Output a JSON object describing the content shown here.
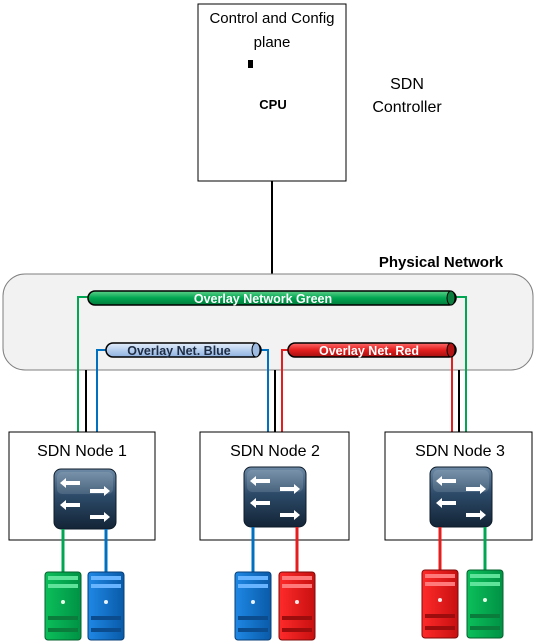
{
  "controller": {
    "plane_line1": "Control and Config",
    "plane_line2": "plane",
    "cpu_label": "CPU",
    "title_line1": "SDN",
    "title_line2": "Controller"
  },
  "physical_network": {
    "label": "Physical Network"
  },
  "overlays": {
    "green": {
      "label": "Overlay Network Green",
      "color": "#00a651"
    },
    "blue": {
      "label": "Overlay Net. Blue",
      "color": "#0070c0"
    },
    "red": {
      "label": "Overlay Net. Red",
      "color": "#e41e1e"
    }
  },
  "nodes": [
    {
      "label": "SDN Node 1",
      "servers": [
        "green",
        "blue"
      ]
    },
    {
      "label": "SDN Node 2",
      "servers": [
        "blue",
        "red"
      ]
    },
    {
      "label": "SDN Node 3",
      "servers": [
        "red",
        "green"
      ]
    }
  ],
  "colors": {
    "green": "#00a651",
    "blue": "#0070c0",
    "red": "#e41e1e",
    "black": "#000000",
    "switch_face": "#1f3a55",
    "cloud_fill": "#f2f2f2"
  }
}
